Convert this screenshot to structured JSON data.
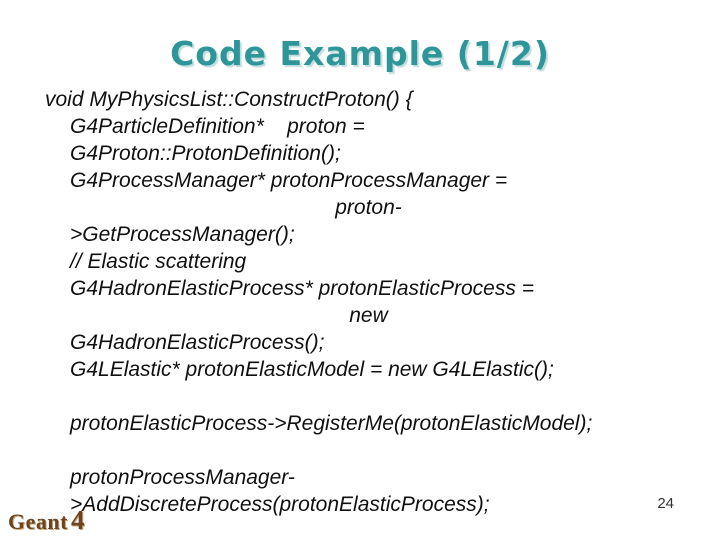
{
  "slide": {
    "title": "Code Example (1/2)",
    "page_number": "24",
    "logo": {
      "text": "Geant",
      "suffix": "4"
    },
    "code_lines": [
      {
        "text": "void MyPhysicsList::ConstructProton() {",
        "align": "left",
        "indent": 0
      },
      {
        "text": "G4ParticleDefinition*    proton =",
        "align": "left",
        "indent": 1
      },
      {
        "text": "G4Proton::ProtonDefinition();",
        "align": "left",
        "indent": 1
      },
      {
        "text": "G4ProcessManager* protonProcessManager =",
        "align": "left",
        "indent": 1
      },
      {
        "text": "proton-",
        "align": "center",
        "indent": 0
      },
      {
        "text": ">GetProcessManager();",
        "align": "left",
        "indent": 1
      },
      {
        "text": "// Elastic scattering",
        "align": "left",
        "indent": 1
      },
      {
        "text": "G4HadronElasticProcess* protonElasticProcess =",
        "align": "left",
        "indent": 1
      },
      {
        "text": "new",
        "align": "center",
        "indent": 0
      },
      {
        "text": "G4HadronElasticProcess();",
        "align": "left",
        "indent": 1
      },
      {
        "text": "G4LElastic* protonElasticModel = new G4LElastic();",
        "align": "left",
        "indent": 1
      },
      {
        "text": "",
        "align": "left",
        "indent": 0
      },
      {
        "text": "protonElasticProcess->RegisterMe(protonElasticModel);",
        "align": "left",
        "indent": 1
      },
      {
        "text": "",
        "align": "left",
        "indent": 0
      },
      {
        "text": "protonProcessManager-",
        "align": "left",
        "indent": 1
      },
      {
        "text": ">AddDiscreteProcess(protonElasticProcess);",
        "align": "left",
        "indent": 1
      }
    ]
  },
  "colors": {
    "title": "#2E9598",
    "title_shadow": "#c2dede",
    "code_text": "#101010",
    "logo": "#6d4423",
    "background": "#ffffff"
  }
}
